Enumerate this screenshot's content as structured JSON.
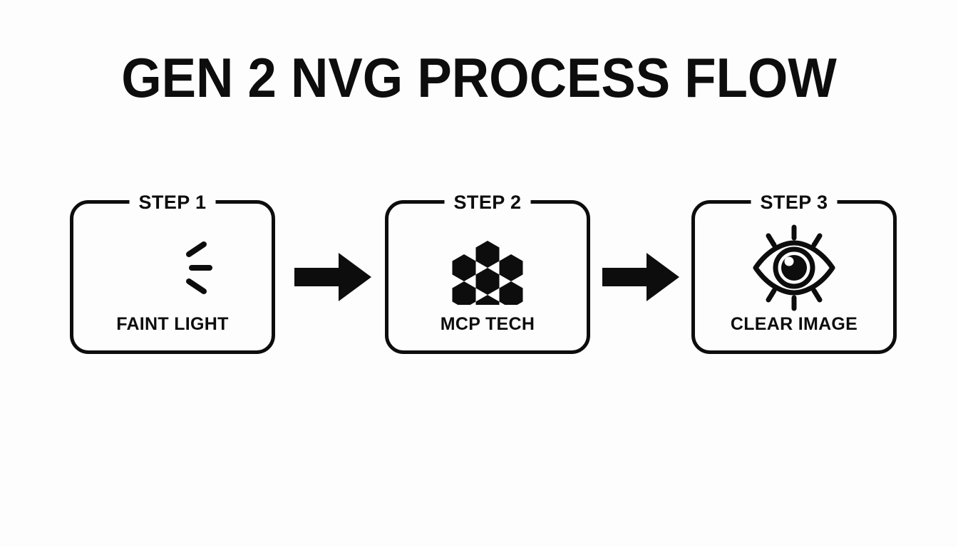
{
  "page": {
    "title": "GEN 2 NVG PROCESS FLOW",
    "background_color": "#fdfdfe",
    "ink_color": "#0d0d0d",
    "diagram_type": "process-flow",
    "step_count": 3
  },
  "steps": [
    {
      "badge": "STEP 1",
      "caption": "FAINT LIGHT",
      "icon": "crescent-moon-with-rays-icon"
    },
    {
      "badge": "STEP 2",
      "caption": "MCP TECH",
      "icon": "honeycomb-hexagons-icon"
    },
    {
      "badge": "STEP 3",
      "caption": "CLEAR IMAGE",
      "icon": "shining-eye-icon"
    }
  ],
  "connectors": [
    {
      "icon": "arrow-right-icon",
      "from": "STEP 1",
      "to": "STEP 2"
    },
    {
      "icon": "arrow-right-icon",
      "from": "STEP 2",
      "to": "STEP 3"
    }
  ]
}
